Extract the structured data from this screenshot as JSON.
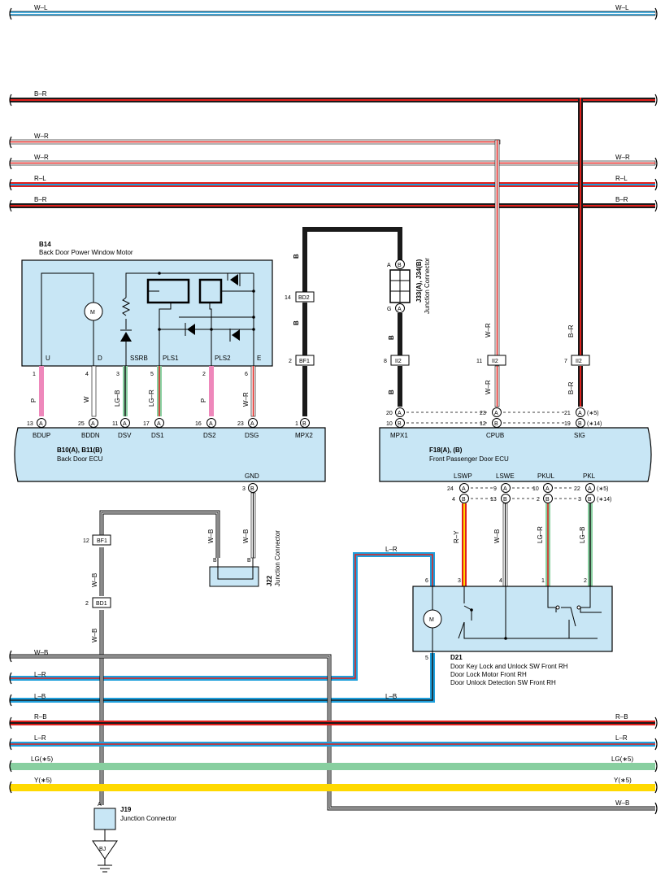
{
  "colors": {
    "box_fill": "#c8e6f5",
    "W": "#ffffff",
    "L": "#1e9fdc",
    "B": "#1a1a1a",
    "R": "#e0201c",
    "G": "#4caf50",
    "LG": "#88cfa0",
    "Y": "#ffd900",
    "P": "#ee88bb"
  },
  "harness": {
    "wl_top": "W–L",
    "br_1": "B–R",
    "wr_1": "W–R",
    "wr_2": "W–R",
    "rl_1": "R–L",
    "br_2": "B–R",
    "wb_b": "W–B",
    "lr_b": "L–R",
    "lb_b": "L–B",
    "lb_b2": "L–B",
    "rb_b": "R–B",
    "lr_b2": "L–R",
    "lg5": "LG(∗5)",
    "y5": "Y(∗5)",
    "wb_b2": "W–B"
  },
  "b14": {
    "code": "B14",
    "name": "Back Door Power Window Motor",
    "pins": [
      "U",
      "D",
      "SSRB",
      "PLS1",
      "PLS2",
      "E"
    ],
    "motor": "M"
  },
  "b10": {
    "code": "B10(A), B11(B)",
    "name": "Back Door ECU",
    "pins": [
      "BDUP",
      "BDDN",
      "DSV",
      "DS1",
      "DS2",
      "DSG",
      "MPX2"
    ],
    "gnd": "GND"
  },
  "f18": {
    "code": "F18(A), (B)",
    "name": "Front Passenger Door ECU",
    "top_pins": [
      "MPX1",
      "CPUB",
      "SIG"
    ],
    "bottom_pins": [
      "LSWP",
      "LSWE",
      "PKUL",
      "PKL"
    ]
  },
  "d21": {
    "code": "D21",
    "lines": [
      "Door Key Lock and Unlock SW Front RH",
      "Door Lock Motor Front RH",
      "Door Unlock Detection SW Front RH"
    ],
    "motor": "M"
  },
  "j22": {
    "code": "J22",
    "name": "Junction Connector"
  },
  "j33": {
    "code": "J33(A), J34(B)",
    "name": "Junction Connector"
  },
  "j19": {
    "code": "J19",
    "name": "Junction Connector",
    "ground": "BJ"
  },
  "inline": {
    "bd2": "BD2",
    "bf1a": "BF1",
    "ii2a": "II2",
    "ii2b": "II2",
    "ii2c": "II2",
    "bf1b": "BF1",
    "bd1": "BD1"
  },
  "wires": {
    "u": "P",
    "d": "W",
    "ssrb": "LG–B",
    "pls1": "LG–R",
    "pls2": "P",
    "e": "W–R",
    "b_up": "B",
    "b_mpx": "B",
    "j33_b": "B",
    "j33_b2": "B",
    "cpub_wr": "W–R",
    "cpub_wr2": "W–R",
    "sig_br": "B–R",
    "sig_br2": "B–R",
    "gnd_wb1": "W–B",
    "gnd_wb2": "W–B",
    "bf1_wb": "W–B",
    "bd1_wb": "W–B",
    "lswp": "R–Y",
    "lswe": "W–B",
    "pkul": "LG–R",
    "pkl": "LG–B",
    "d21_lr": "L–R"
  },
  "pin_no": {
    "u": "1",
    "d": "4",
    "ssrb": "3",
    "pls1": "5",
    "pls2": "2",
    "e": "6",
    "bdup": "13",
    "bddn": "25",
    "dsv": "11",
    "ds1": "17",
    "ds2": "16",
    "dsg": "23",
    "mpx2": "1",
    "bd2": "14",
    "bf1a": "2",
    "ii2a": "8",
    "ii2b": "11",
    "ii2c": "7",
    "mpx1_a": "20",
    "mpx1_b": "10",
    "cpub_a": "23",
    "cpub_b": "12",
    "sig_a": "21",
    "sig_b": "19",
    "gnd": "3",
    "lswp_a": "24",
    "lswp_b": "4",
    "lswe_a": "9",
    "lswe_b": "13",
    "pkul_a": "10",
    "pkul_b": "2",
    "pkl_a": "22",
    "pkl_b": "3",
    "bf1b": "12",
    "bd1": "2",
    "d21_6": "6",
    "d21_3": "3",
    "d21_4": "4",
    "d21_1": "1",
    "d21_2": "2",
    "d21_5": "5"
  },
  "notes": {
    "a5": "(∗5)",
    "b14": "(∗14)",
    "pkl_a5": "(∗5)",
    "pkl_b14": "(∗14)"
  },
  "conn_letters": {
    "A": "A",
    "B": "B",
    "G": "G"
  }
}
